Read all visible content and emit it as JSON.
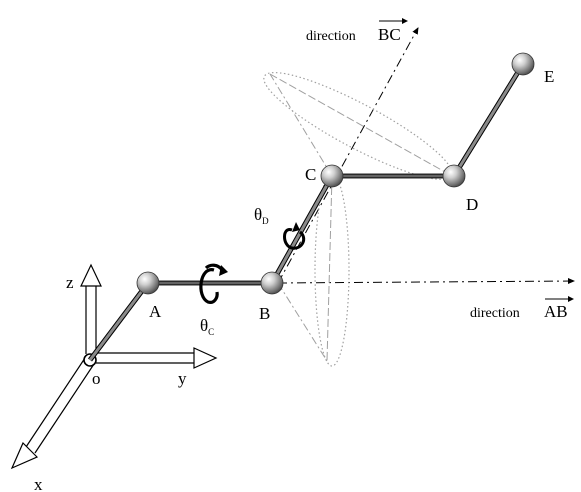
{
  "figure": {
    "nodes": {
      "A": "A",
      "B": "B",
      "C": "C",
      "D": "D",
      "E": "E",
      "O": "o"
    },
    "axes": {
      "x": "x",
      "y": "y",
      "z": "z"
    },
    "angles": {
      "theta_c_symbol": "θ",
      "theta_c_sub": "C",
      "theta_d_symbol": "θ",
      "theta_d_sub": "D"
    },
    "directions": {
      "ab_prefix": "direction",
      "ab_vector": "AB",
      "bc_prefix": "direction",
      "bc_vector": "BC"
    },
    "colors": {
      "link_thick": "#3a3a3a",
      "link_thin": "#7a7a7a",
      "cone": "#9a9a9a",
      "axis_line": "#000000"
    }
  }
}
